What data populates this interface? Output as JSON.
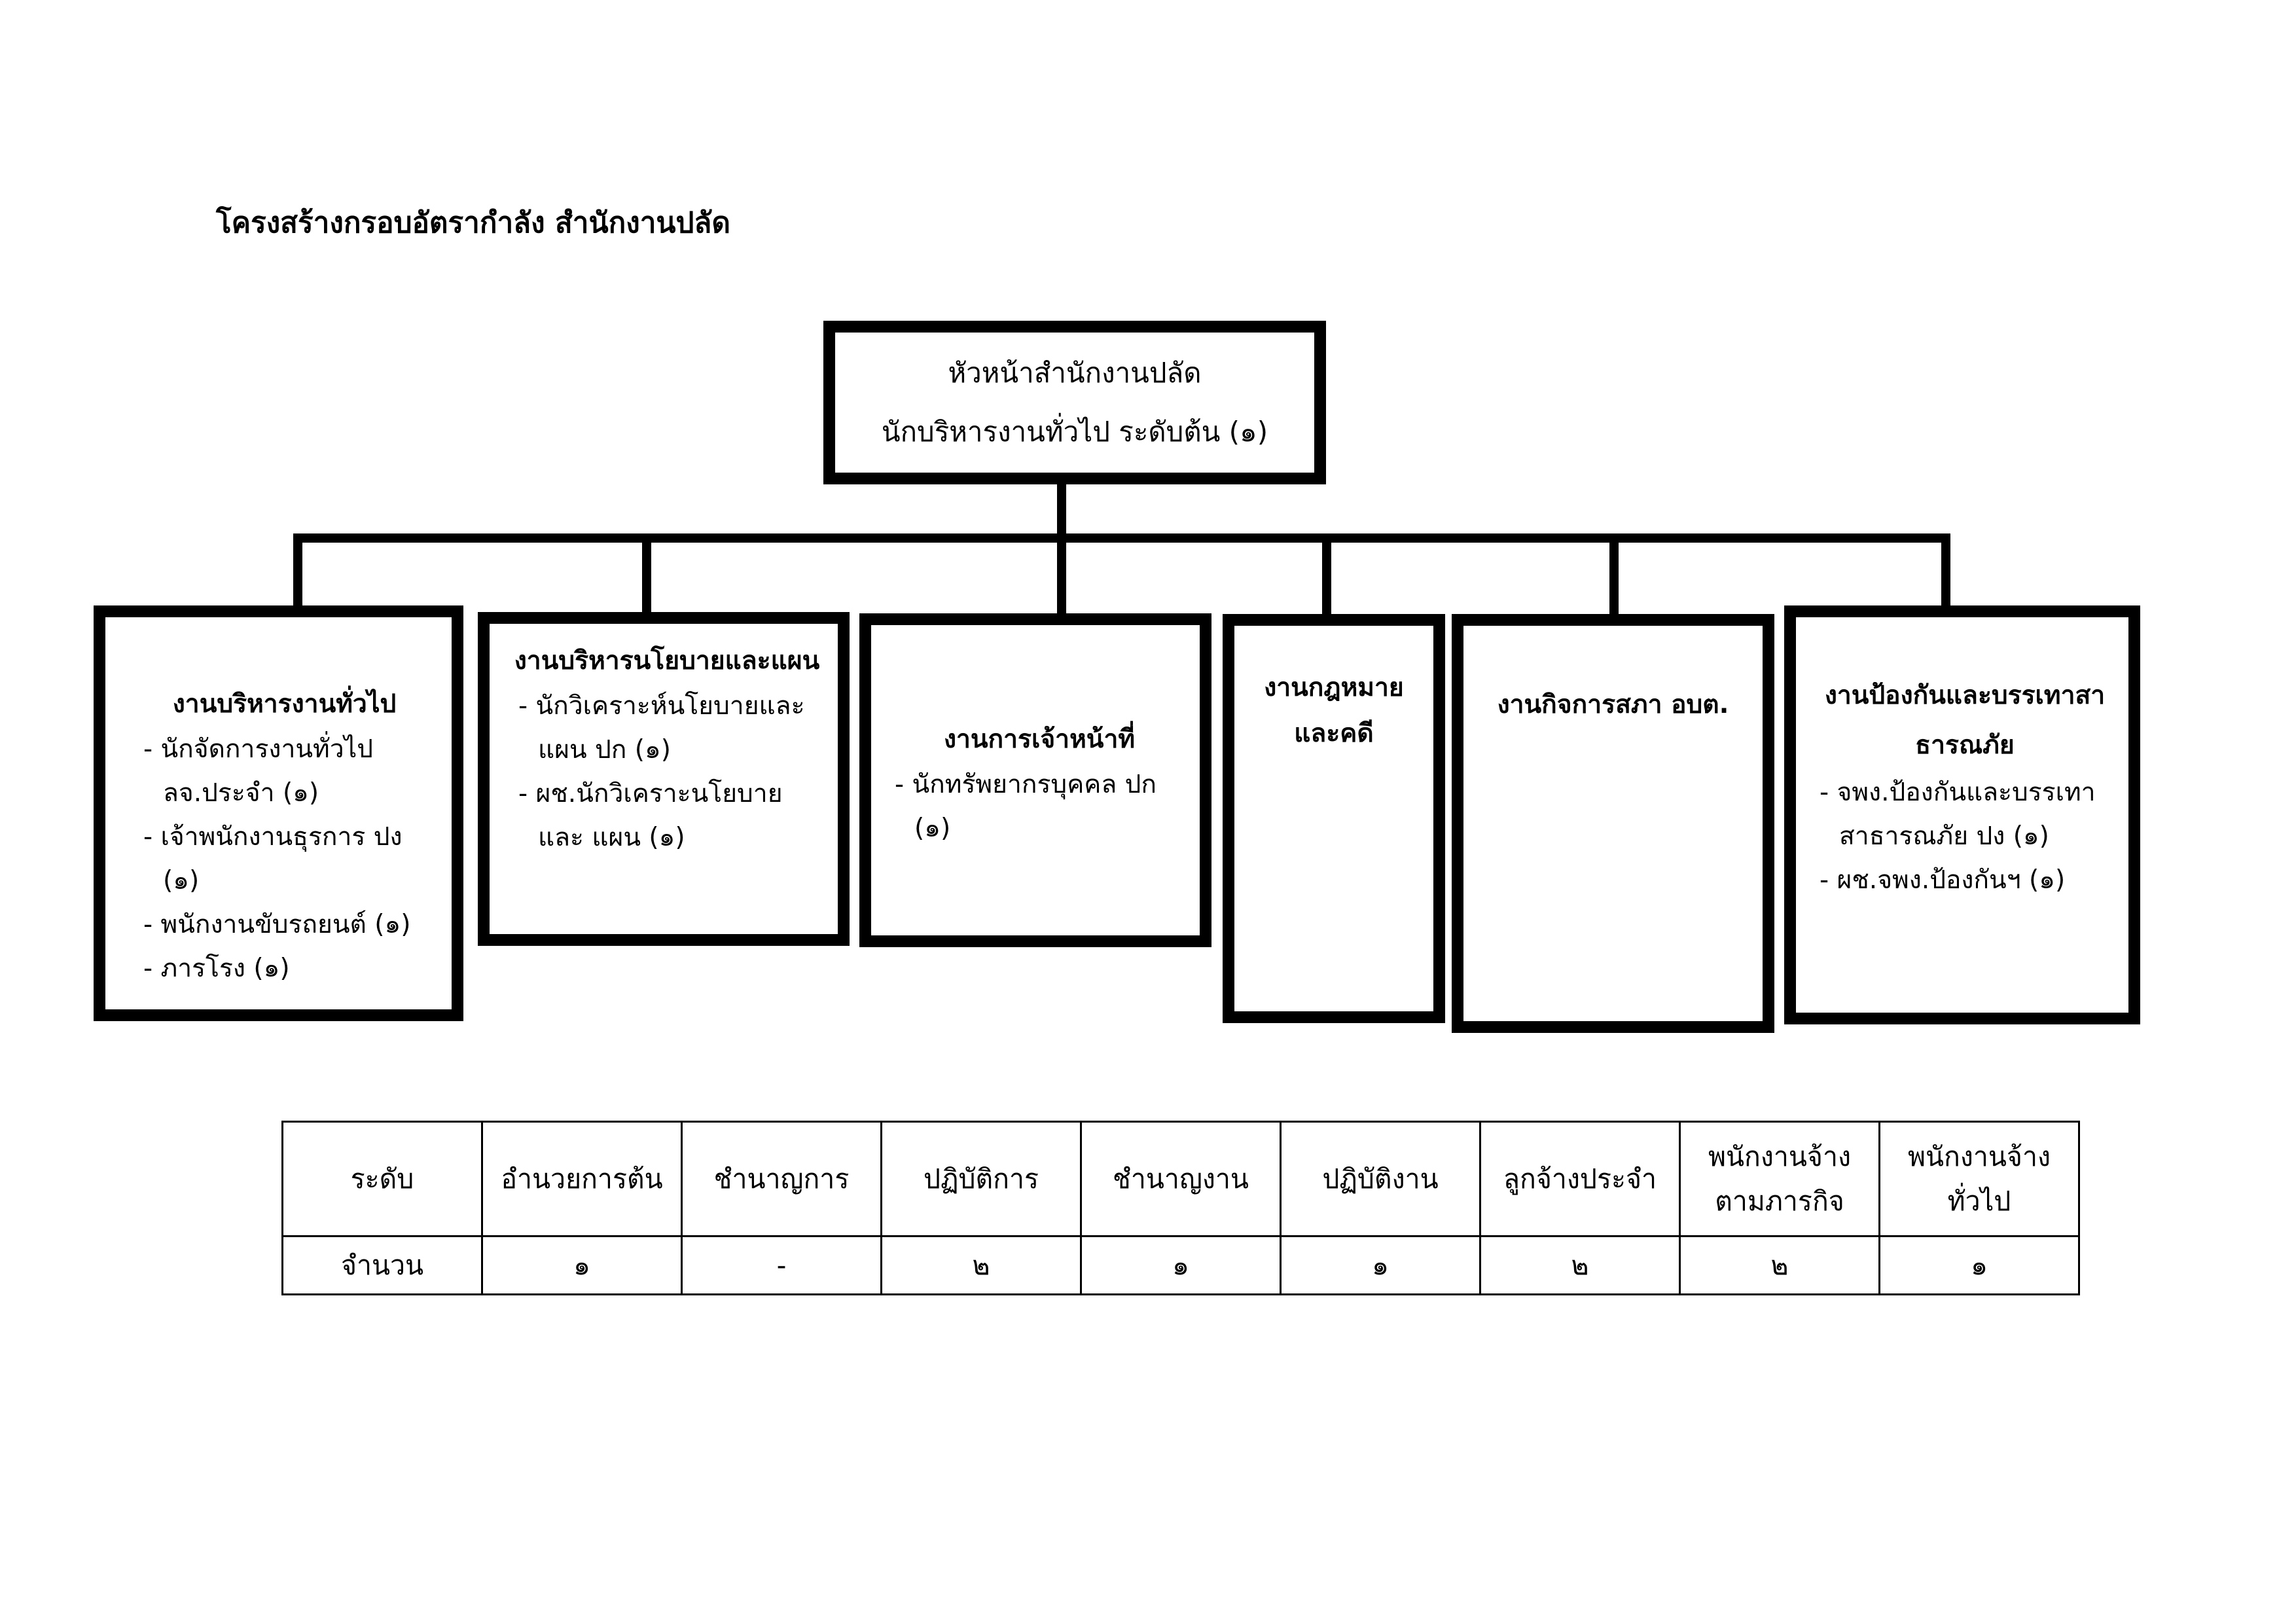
{
  "title": "โครงสร้างกรอบอัตรากำลัง สำนักงานปลัด",
  "head": {
    "line1": "หัวหน้าสำนักงานปลัด",
    "line2": "นักบริหารงานทั่วไป ระดับต้น (๑)"
  },
  "departments": [
    {
      "title": "งานบริหารงานทั่วไป",
      "items": [
        "นักจัดการงานทั่วไป ลจ.ประจำ (๑)",
        "เจ้าพนักงานธุรการ ปง (๑)",
        "พนักงานขับรถยนต์ (๑)",
        "ภารโรง (๑)"
      ]
    },
    {
      "title": "งานบริหารนโยบายและแผน",
      "items": [
        "นักวิเคราะห์นโยบายและ แผน ปก (๑)",
        "ผช.นักวิเคราะนโยบายและ แผน (๑)"
      ]
    },
    {
      "title": "งานการเจ้าหน้าที่",
      "items": [
        "นักทรัพยากรบุคคล ปก (๑)"
      ]
    },
    {
      "title": "งานกฎหมาย และคดี",
      "items": []
    },
    {
      "title": "งานกิจการสภา อบต.",
      "items": []
    },
    {
      "title": "งานป้องกันและบรรเทาสา ธารณภัย",
      "items": [
        "จพง.ป้องกันและบรรเทา สาธารณภัย ปง (๑)",
        "ผช.จพง.ป้องกันฯ (๑)"
      ]
    }
  ],
  "table": {
    "header": [
      "ระดับ",
      "อำนวยการต้น",
      "ชำนาญการ",
      "ปฏิบัติการ",
      "ชำนาญงาน",
      "ปฏิบัติงาน",
      "ลูกจ้างประจำ",
      "พนักงานจ้าง ตามภารกิจ",
      "พนักงานจ้าง ทั่วไป"
    ],
    "counts": [
      "จำนวน",
      "๑",
      "-",
      "๒",
      "๑",
      "๑",
      "๒",
      "๒",
      "๑"
    ]
  }
}
